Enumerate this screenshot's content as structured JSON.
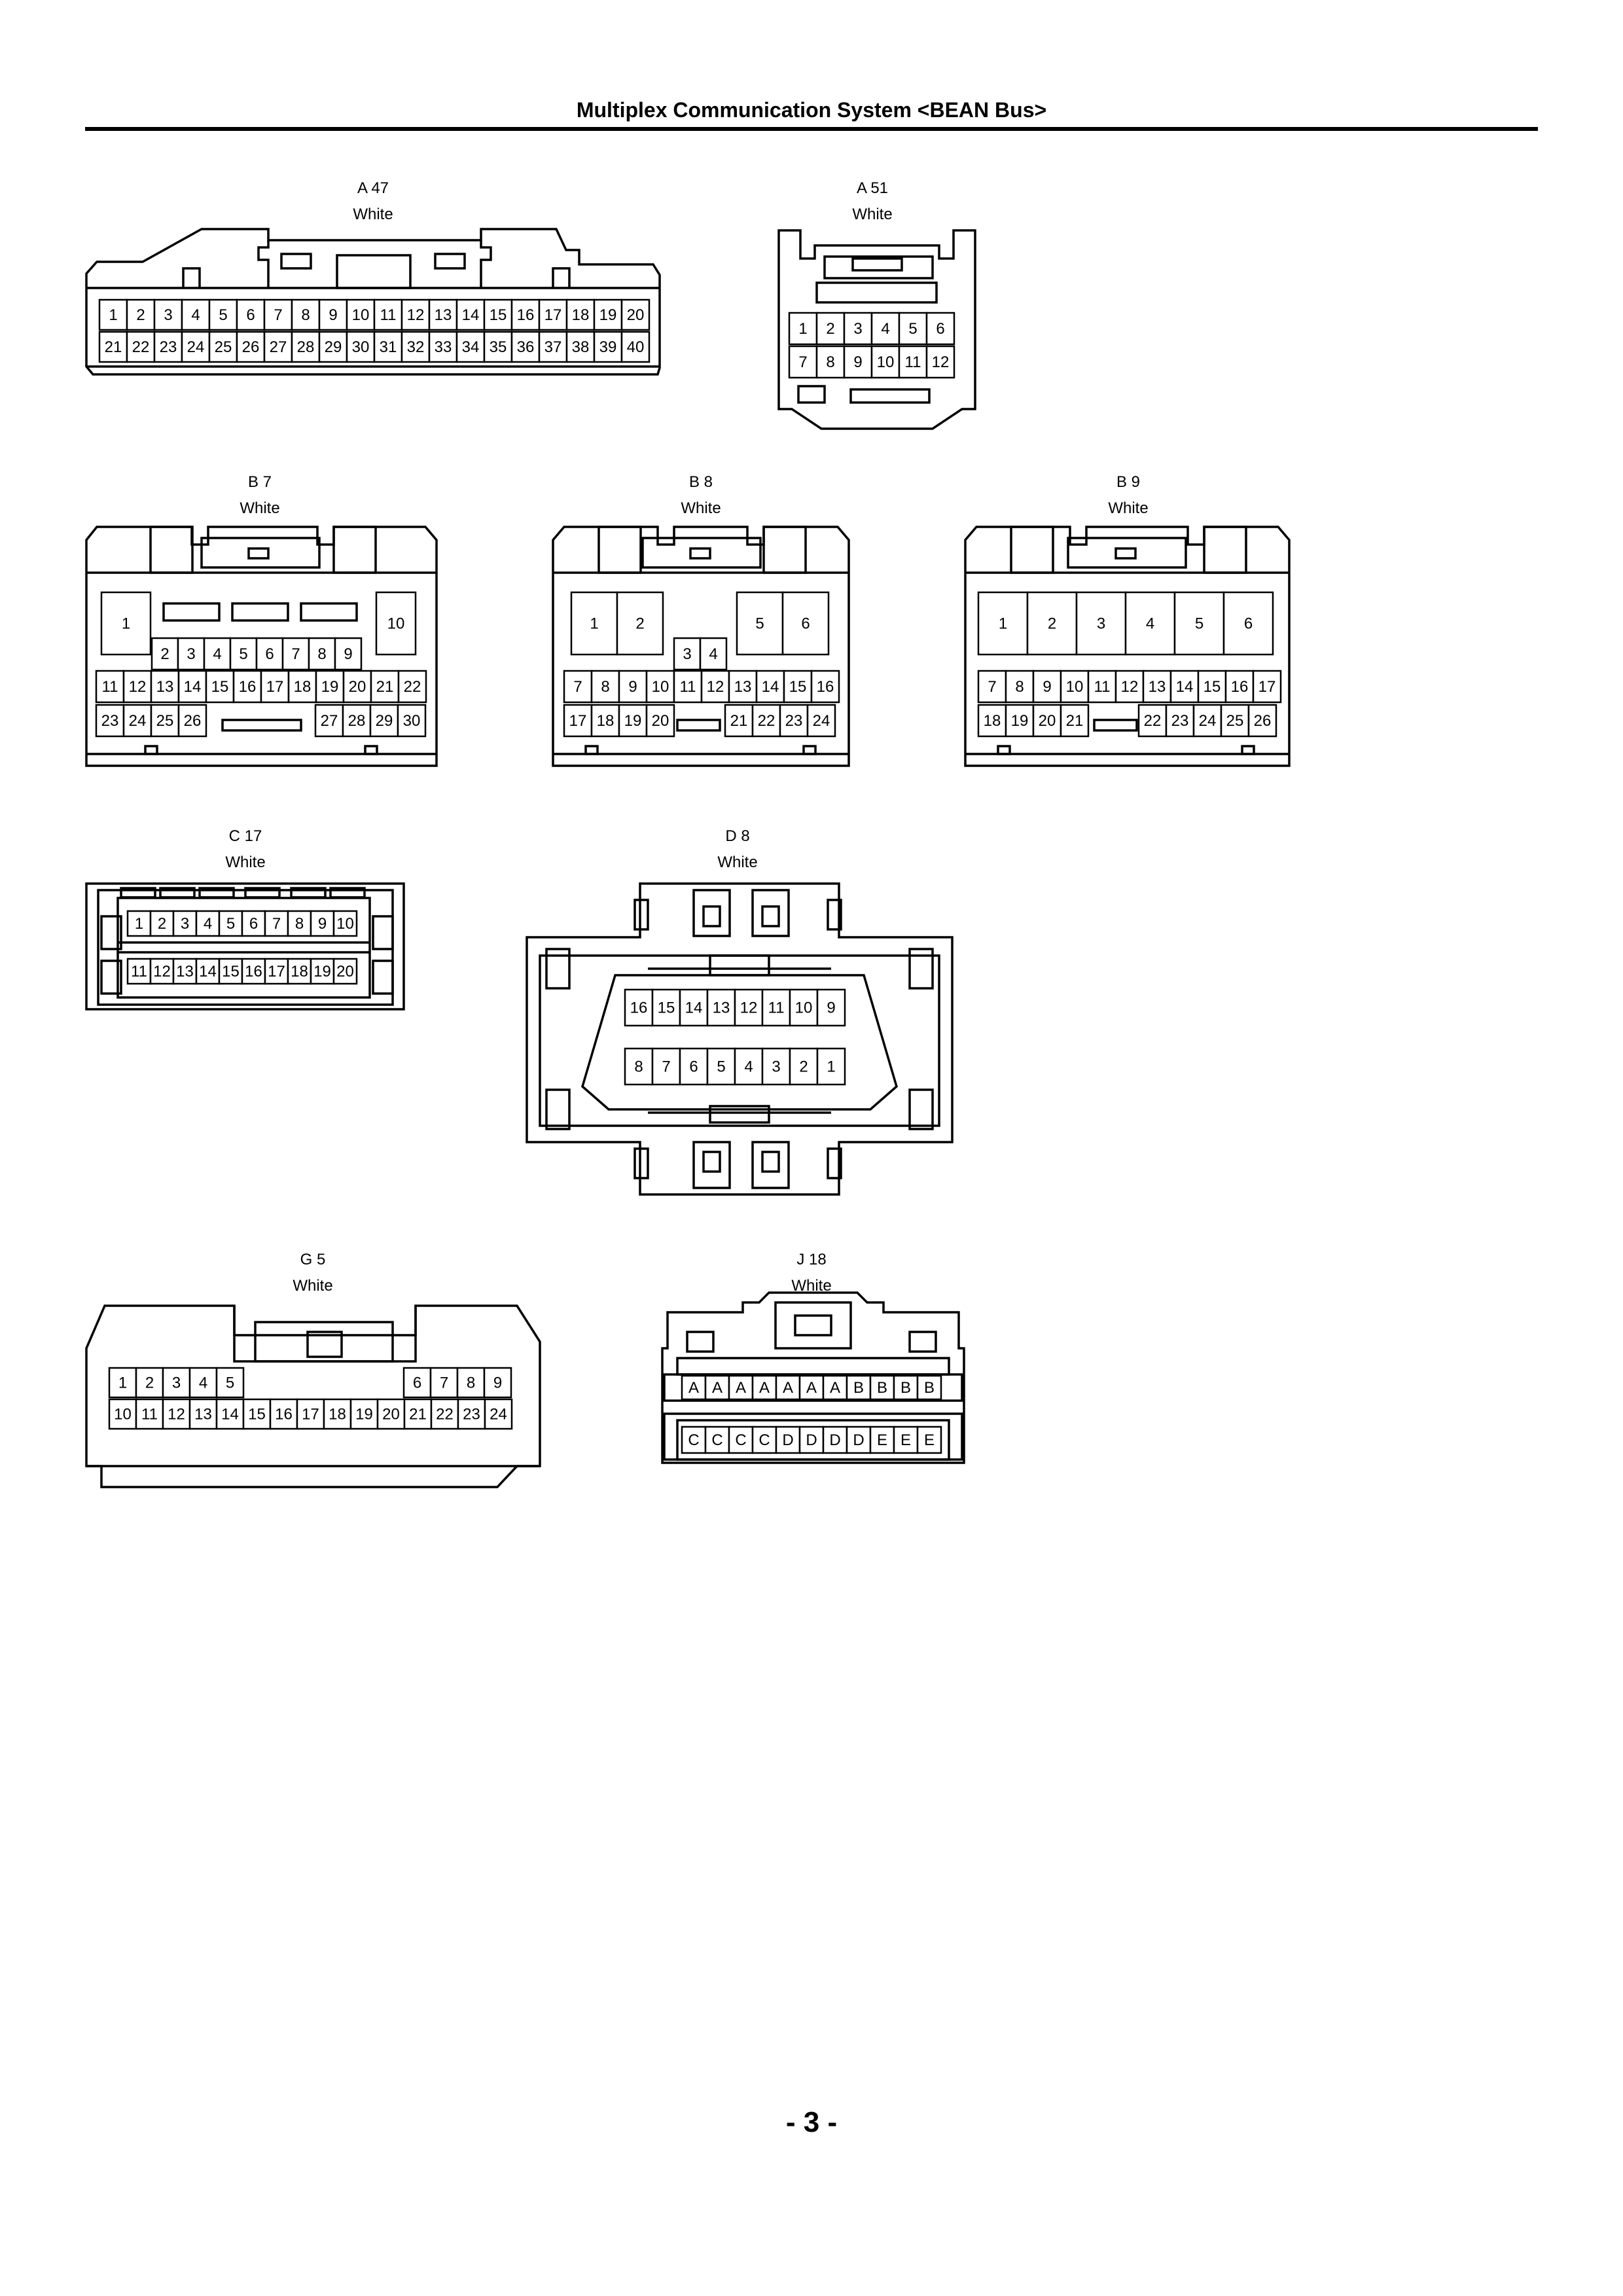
{
  "document": {
    "title": "Multiplex Communication System <BEAN Bus>",
    "page_number": "- 3 -"
  },
  "connectors": [
    {
      "id": "A 47",
      "color": "White",
      "rows": [
        [
          "1",
          "2",
          "3",
          "4",
          "5",
          "6",
          "7",
          "8",
          "9",
          "10",
          "11",
          "12",
          "13",
          "14",
          "15",
          "16",
          "17",
          "18",
          "19",
          "20"
        ],
        [
          "21",
          "22",
          "23",
          "24",
          "25",
          "26",
          "27",
          "28",
          "29",
          "30",
          "31",
          "32",
          "33",
          "34",
          "35",
          "36",
          "37",
          "38",
          "39",
          "40"
        ]
      ]
    },
    {
      "id": "A 51",
      "color": "White",
      "rows": [
        [
          "1",
          "2",
          "3",
          "4",
          "5",
          "6"
        ],
        [
          "7",
          "8",
          "9",
          "10",
          "11",
          "12"
        ]
      ]
    },
    {
      "id": "B 7",
      "color": "White",
      "large": [
        "1",
        "10"
      ],
      "rows": [
        [
          "2",
          "3",
          "4",
          "5",
          "6",
          "7",
          "8",
          "9"
        ],
        [
          "11",
          "12",
          "13",
          "14",
          "15",
          "16",
          "17",
          "18",
          "19",
          "20",
          "21",
          "22"
        ],
        [
          "23",
          "24",
          "25",
          "26"
        ],
        [
          "27",
          "28",
          "29",
          "30"
        ]
      ]
    },
    {
      "id": "B 8",
      "color": "White",
      "large": [
        "1",
        "2",
        "5",
        "6"
      ],
      "rows": [
        [
          "3",
          "4"
        ],
        [
          "7",
          "8",
          "9",
          "10",
          "11",
          "12",
          "13",
          "14",
          "15",
          "16"
        ],
        [
          "17",
          "18",
          "19",
          "20"
        ],
        [
          "21",
          "22",
          "23",
          "24"
        ]
      ]
    },
    {
      "id": "B 9",
      "color": "White",
      "large": [
        "1",
        "2",
        "3",
        "4",
        "5",
        "6"
      ],
      "rows": [
        [
          "7",
          "8",
          "9",
          "10",
          "11",
          "12",
          "13",
          "14",
          "15",
          "16",
          "17"
        ],
        [
          "18",
          "19",
          "20",
          "21"
        ],
        [
          "22",
          "23",
          "24",
          "25",
          "26"
        ]
      ]
    },
    {
      "id": "C 17",
      "color": "White",
      "rows": [
        [
          "1",
          "2",
          "3",
          "4",
          "5",
          "6",
          "7",
          "8",
          "9",
          "10"
        ],
        [
          "11",
          "12",
          "13",
          "14",
          "15",
          "16",
          "17",
          "18",
          "19",
          "20"
        ]
      ]
    },
    {
      "id": "D 8",
      "color": "White",
      "rows": [
        [
          "16",
          "15",
          "14",
          "13",
          "12",
          "11",
          "10",
          "9"
        ],
        [
          "8",
          "7",
          "6",
          "5",
          "4",
          "3",
          "2",
          "1"
        ]
      ]
    },
    {
      "id": "G 5",
      "color": "White",
      "rows": [
        [
          "1",
          "2",
          "3",
          "4",
          "5"
        ],
        [
          "6",
          "7",
          "8",
          "9"
        ],
        [
          "10",
          "11",
          "12",
          "13",
          "14",
          "15",
          "16",
          "17",
          "18",
          "19",
          "20",
          "21",
          "22",
          "23",
          "24"
        ]
      ]
    },
    {
      "id": "J 18",
      "color": "White",
      "rows": [
        [
          "A",
          "A",
          "A",
          "A",
          "A",
          "A",
          "A",
          "B",
          "B",
          "B",
          "B"
        ],
        [
          "C",
          "C",
          "C",
          "C",
          "D",
          "D",
          "D",
          "D",
          "E",
          "E",
          "E"
        ]
      ]
    }
  ]
}
